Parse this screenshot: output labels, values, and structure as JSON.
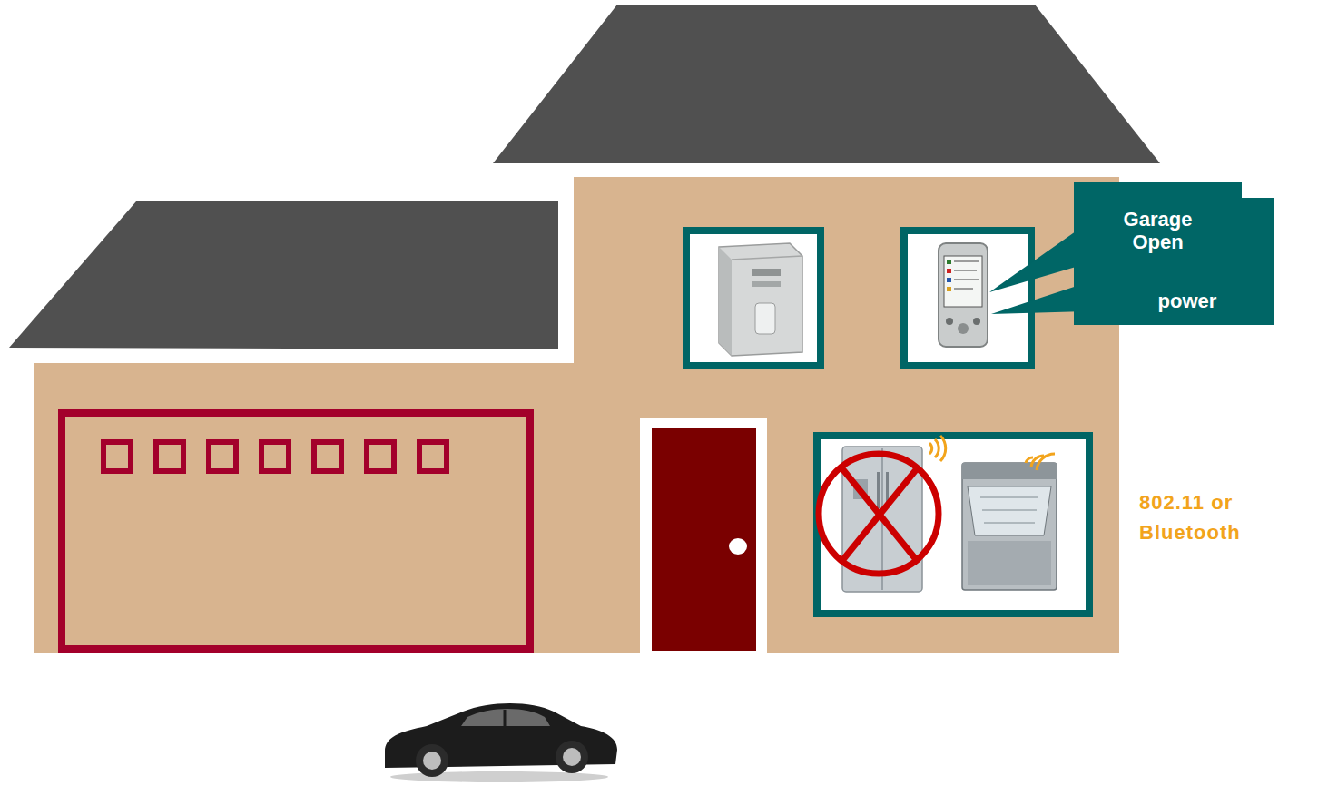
{
  "diagram": {
    "nodes": [
      {
        "text": [
          "Garage Open"
        ]
      },
      {
        "text": [
          "power"
        ]
      }
    ],
    "labels": [
      "802.11 or Bluetooth"
    ]
  }
}
